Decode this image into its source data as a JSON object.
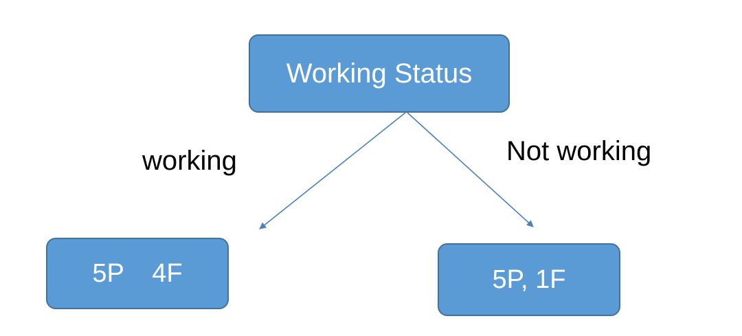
{
  "diagram": {
    "root": {
      "label": "Working Status"
    },
    "edges": [
      {
        "label": "working",
        "target": "5P  4F"
      },
      {
        "label": "Not working",
        "target": "5P, 1F"
      }
    ],
    "colors": {
      "node_fill": "#5b9bd5",
      "node_border": "#41719c",
      "node_text": "#ffffff",
      "edge_line": "#4a7ebf",
      "label_text": "#000000"
    }
  }
}
